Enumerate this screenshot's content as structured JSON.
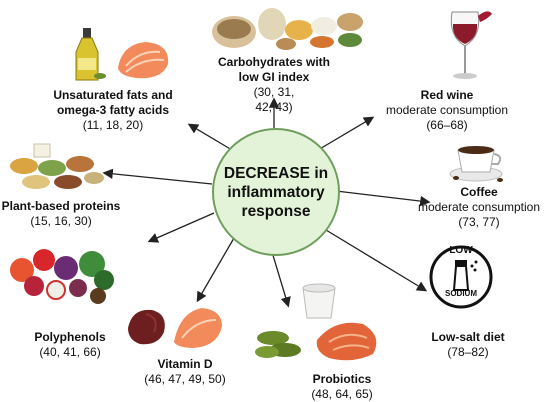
{
  "center": {
    "text": "DECREASE in\ninflammatory\nresponse"
  },
  "items": [
    {
      "key": "carbs",
      "title": "Carbohydrates with\nlow GI index",
      "refs": "(30, 31,\n42, 43)"
    },
    {
      "key": "fats",
      "title": "Unsaturated fats and\nomega-3 fatty acids",
      "refs": "(11, 18, 20)"
    },
    {
      "key": "wine",
      "title": "Red wine",
      "note": "moderate consumption",
      "refs": "(66–68)"
    },
    {
      "key": "proteins",
      "title": "Plant-based proteins",
      "refs": "(15, 16, 30)"
    },
    {
      "key": "coffee",
      "title": "Coffee",
      "note": "moderate consumption",
      "refs": "(73, 77)"
    },
    {
      "key": "polyphenols",
      "title": "Polyphenols",
      "refs": "(40, 41, 66)"
    },
    {
      "key": "vitd",
      "title": "Vitamin D",
      "refs": "(46, 47, 49, 50)"
    },
    {
      "key": "probiotics",
      "title": "Probiotics",
      "refs": "(48, 64, 65)"
    },
    {
      "key": "salt",
      "title": "Low-salt diet",
      "refs": "(78–82)"
    }
  ],
  "badge": {
    "top": "LOW",
    "bottom": "SODIUM"
  },
  "colors": {
    "center_fill": "#e3f3d8",
    "center_border": "#6f9e5c",
    "arrow": "#222222"
  }
}
